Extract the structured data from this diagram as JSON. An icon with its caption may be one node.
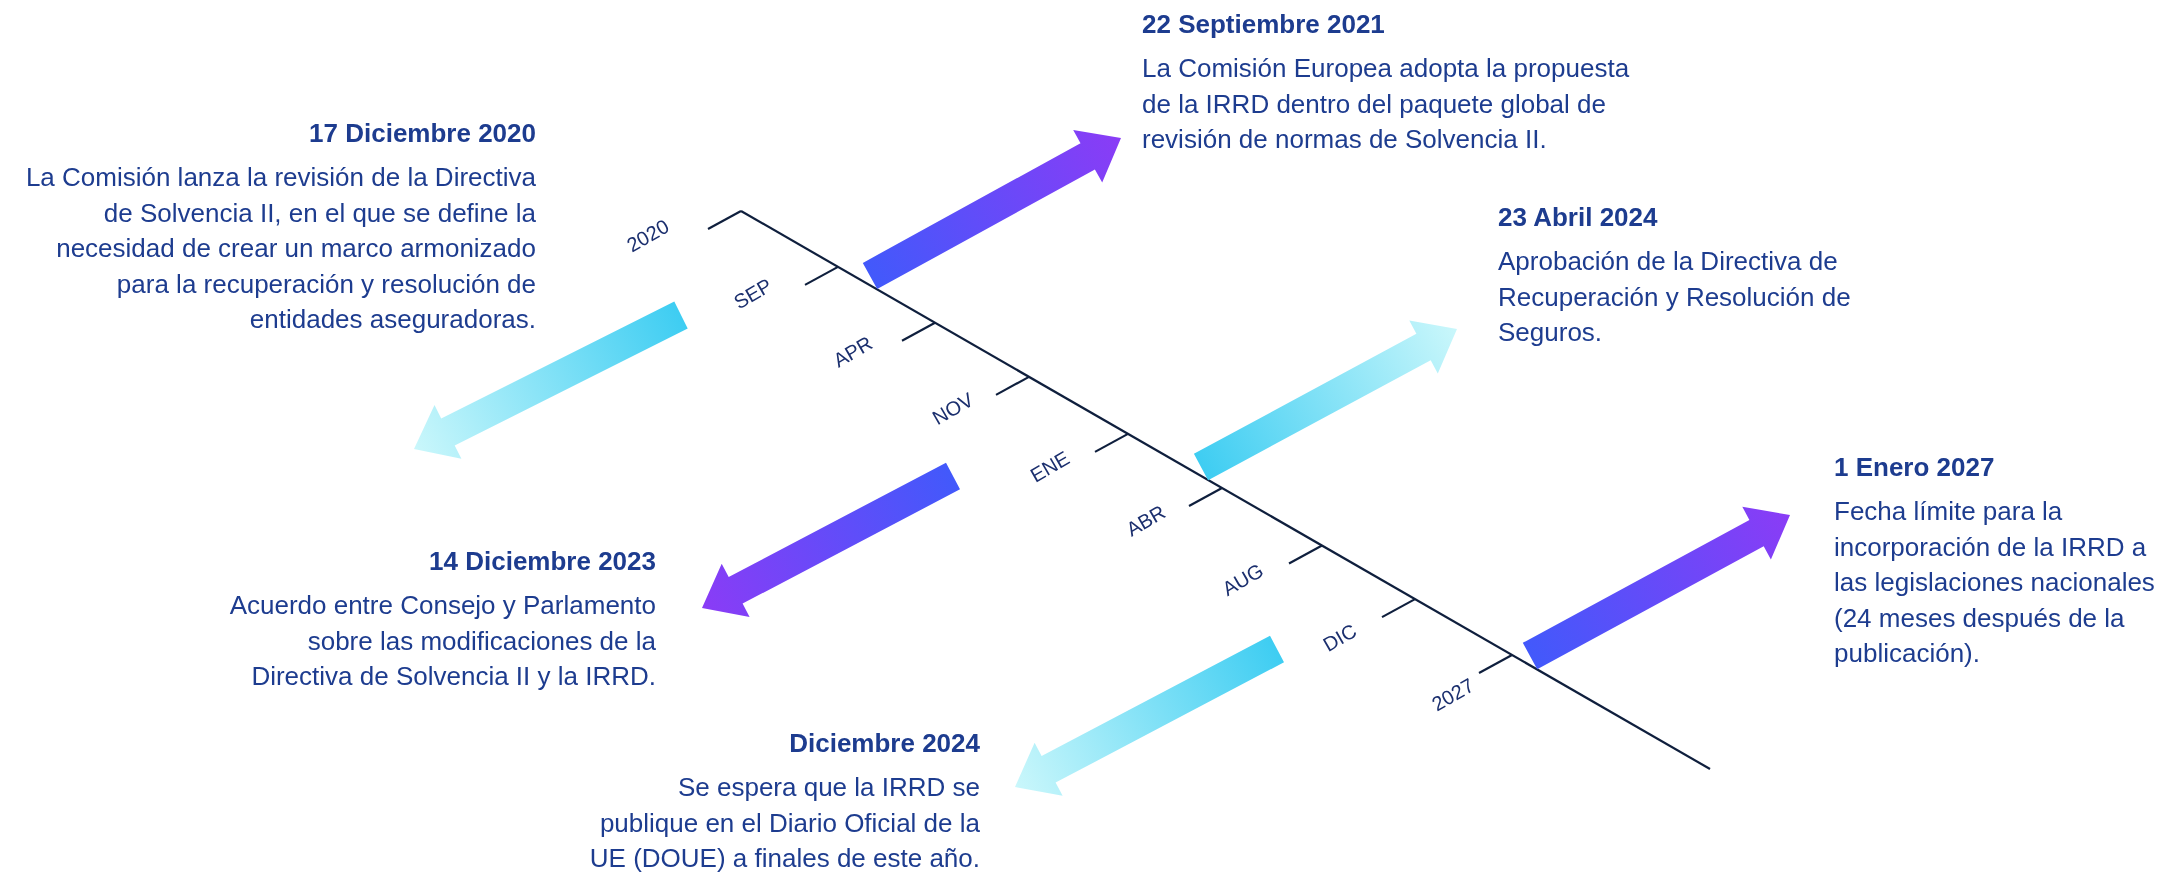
{
  "diagram": {
    "nodes": [
      {
        "text": [
          "17 Diciembre 2020",
          "La Comisión lanza la revisión de la Directiva de Solvencia II, en el que se define la necesidad de crear un marco armonizado para la recuperación y resolución de entidades aseguradoras."
        ]
      },
      {
        "text": [
          "22 Septiembre 2021",
          "La Comisión Europea adopta la propuesta de la IRRD dentro del paquete global de revisión de normas de Solvencia II."
        ]
      },
      {
        "text": [
          "14 Diciembre 2023",
          "Acuerdo entre Consejo y Parlamento sobre las modificaciones de la Directiva de Solvencia II y la IRRD."
        ]
      },
      {
        "text": [
          "23 Abril 2024",
          "Aprobación de la Directiva de Recuperación y Resolución de Seguros."
        ]
      },
      {
        "text": [
          "Diciembre 2024",
          "Se espera que la IRRD se publique en el Diario Oficial de la UE (DOUE) a finales de este año."
        ]
      },
      {
        "text": [
          "1 Enero 2027",
          "Fecha límite para la incorporación de la IRRD a las legislaciones nacionales (24 meses después de la publicación)."
        ]
      }
    ],
    "edges": [
      {
        "from": 0,
        "to": null,
        "arrow": "to",
        "color": "#3ecdf2"
      },
      {
        "from": null,
        "to": 1,
        "arrow": "to",
        "color": "#4259fb"
      },
      {
        "from": null,
        "to": 2,
        "arrow": "to",
        "color": "#4259fb"
      },
      {
        "from": null,
        "to": 3,
        "arrow": "to",
        "color": "#3ecdf2"
      },
      {
        "from": null,
        "to": 4,
        "arrow": "to",
        "color": "#3ecdf2"
      },
      {
        "from": null,
        "to": 5,
        "arrow": "to",
        "color": "#4259fb"
      }
    ],
    "labels": [
      "2020",
      "SEP",
      "APR",
      "NOV",
      "ENE",
      "ABR",
      "AUG",
      "DIC",
      "2027"
    ]
  }
}
